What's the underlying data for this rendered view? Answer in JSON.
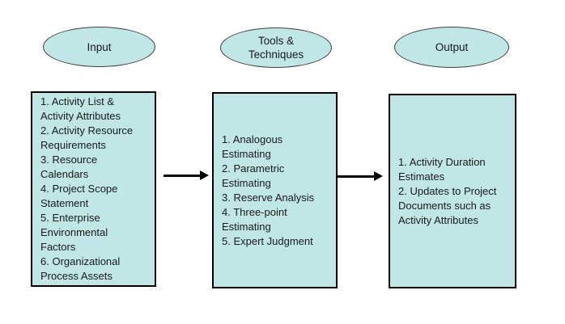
{
  "colors": {
    "shape_fill": "#c0e6e6",
    "box_border": "#000000",
    "ellipse_border": "#3f3f3f",
    "arrow": "#000000",
    "background": "#ffffff",
    "text": "#1a1a1a"
  },
  "columns": [
    {
      "id": "input",
      "ellipse_label": "Input",
      "ellipse_lines": [
        "Input"
      ],
      "box_lines": [
        "1. Activity List &",
        "Activity Attributes",
        "2. Activity Resource",
        "Requirements",
        "3. Resource",
        "Calendars",
        "4. Project Scope",
        "Statement",
        "5. Enterprise",
        "Environmental",
        "Factors",
        "6. Organizational",
        "Process Assets"
      ]
    },
    {
      "id": "tools-techniques",
      "ellipse_label": "Tools & Techniques",
      "ellipse_lines": [
        "Tools &",
        "Techniques"
      ],
      "box_lines": [
        "1. Analogous",
        "Estimating",
        "2. Parametric",
        "Estimating",
        "3. Reserve Analysis",
        "4. Three-point",
        "Estimating",
        "5. Expert Judgment"
      ]
    },
    {
      "id": "output",
      "ellipse_label": "Output",
      "ellipse_lines": [
        "Output"
      ],
      "box_lines": [
        "1. Activity Duration",
        "Estimates",
        "2. Updates to Project",
        "Documents such as",
        "Activity Attributes"
      ]
    }
  ],
  "arrows": [
    {
      "from": "input",
      "to": "tools-techniques",
      "direction": "right"
    },
    {
      "from": "tools-techniques",
      "to": "output",
      "direction": "right"
    }
  ]
}
